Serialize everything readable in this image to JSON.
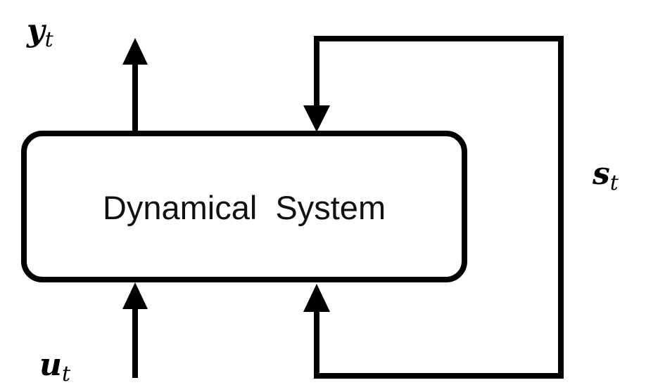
{
  "diagram": {
    "block_label": "Dynamical  System",
    "output": {
      "symbol": "y",
      "subscript": "t"
    },
    "input": {
      "symbol": "u",
      "subscript": "t"
    },
    "state": {
      "symbol": "s",
      "subscript": "t"
    },
    "colors": {
      "stroke": "#000000",
      "background": "#ffffff"
    }
  }
}
